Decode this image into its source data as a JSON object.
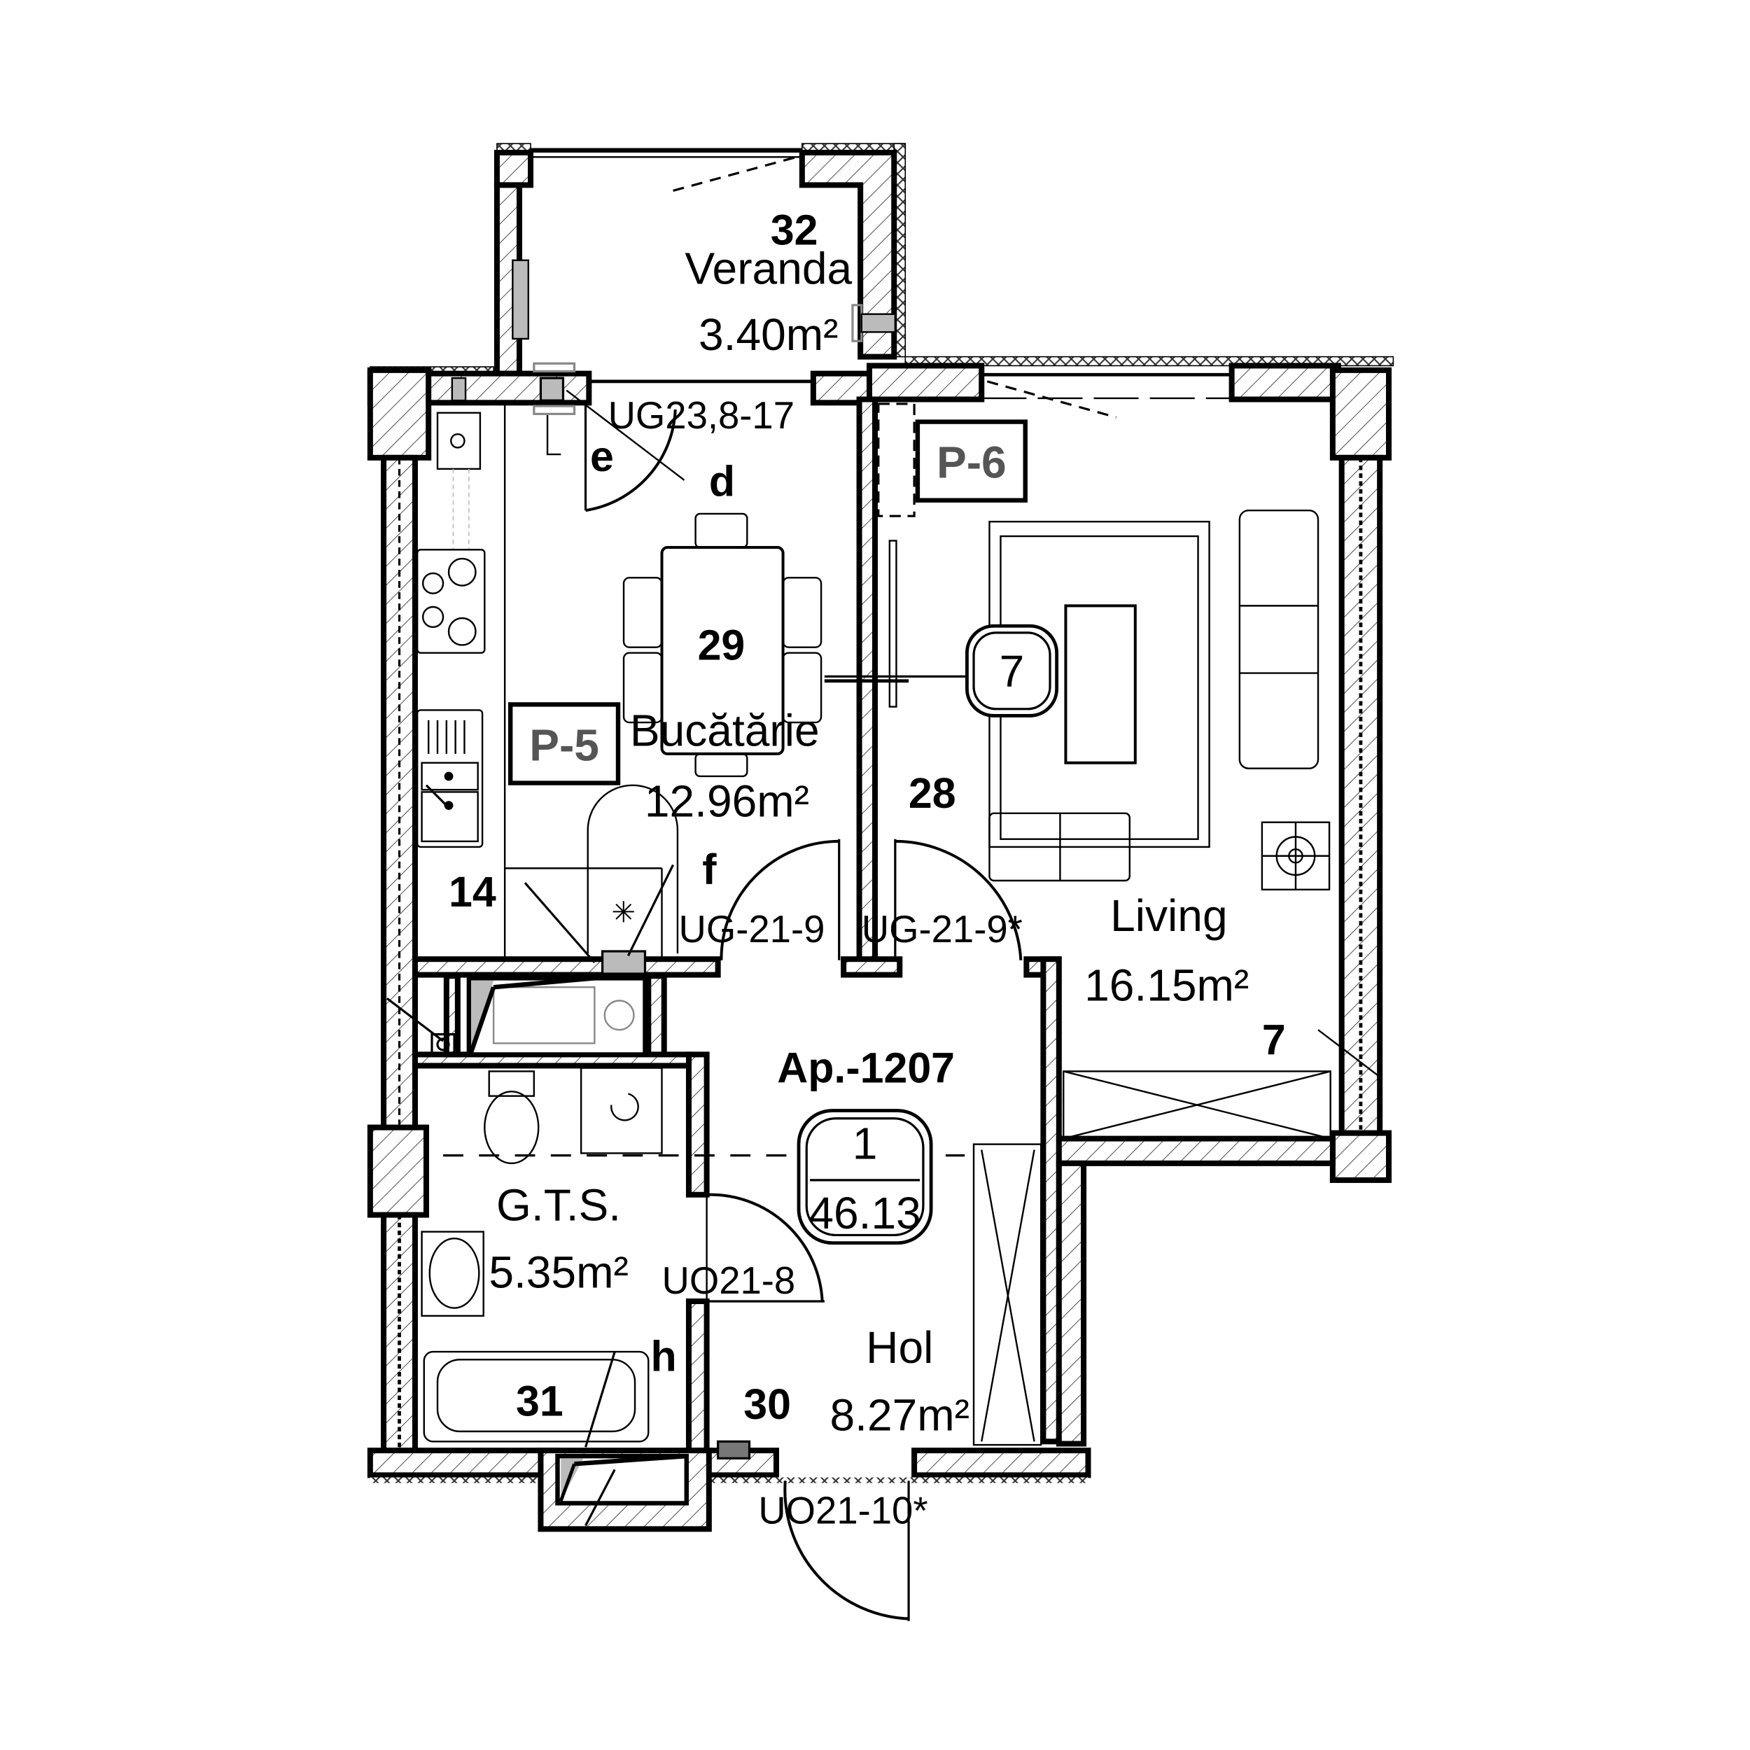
{
  "apartment": {
    "label": "Ap.-1207",
    "rooms_count": "1",
    "total_area": "46.13"
  },
  "rooms": [
    {
      "id": "32",
      "name": "Veranda",
      "area": "3.40m²"
    },
    {
      "id": "29",
      "name": "Bucătărie",
      "area": "12.96m²"
    },
    {
      "id": "28",
      "name": "Living",
      "area": "16.15m²"
    },
    {
      "id": "31",
      "name": "G.T.S.",
      "area": "5.35m²"
    },
    {
      "id": "30",
      "name": "Hol",
      "area": "8.27m²"
    }
  ],
  "door_tags": [
    "UG23,8-17",
    "UG-21-9",
    "UG-21-9*",
    "UO21-8",
    "UO21-10*"
  ],
  "panel_tags": [
    "P-5",
    "P-6"
  ],
  "markers": {
    "letters": [
      "e",
      "d",
      "f",
      "h"
    ],
    "numbers": [
      "14",
      "7"
    ],
    "section_bubble": "7"
  },
  "colors": {
    "line": "#000000",
    "background": "#ffffff",
    "panel_text": "#555555",
    "fill_grey": "#bbbbbb"
  }
}
